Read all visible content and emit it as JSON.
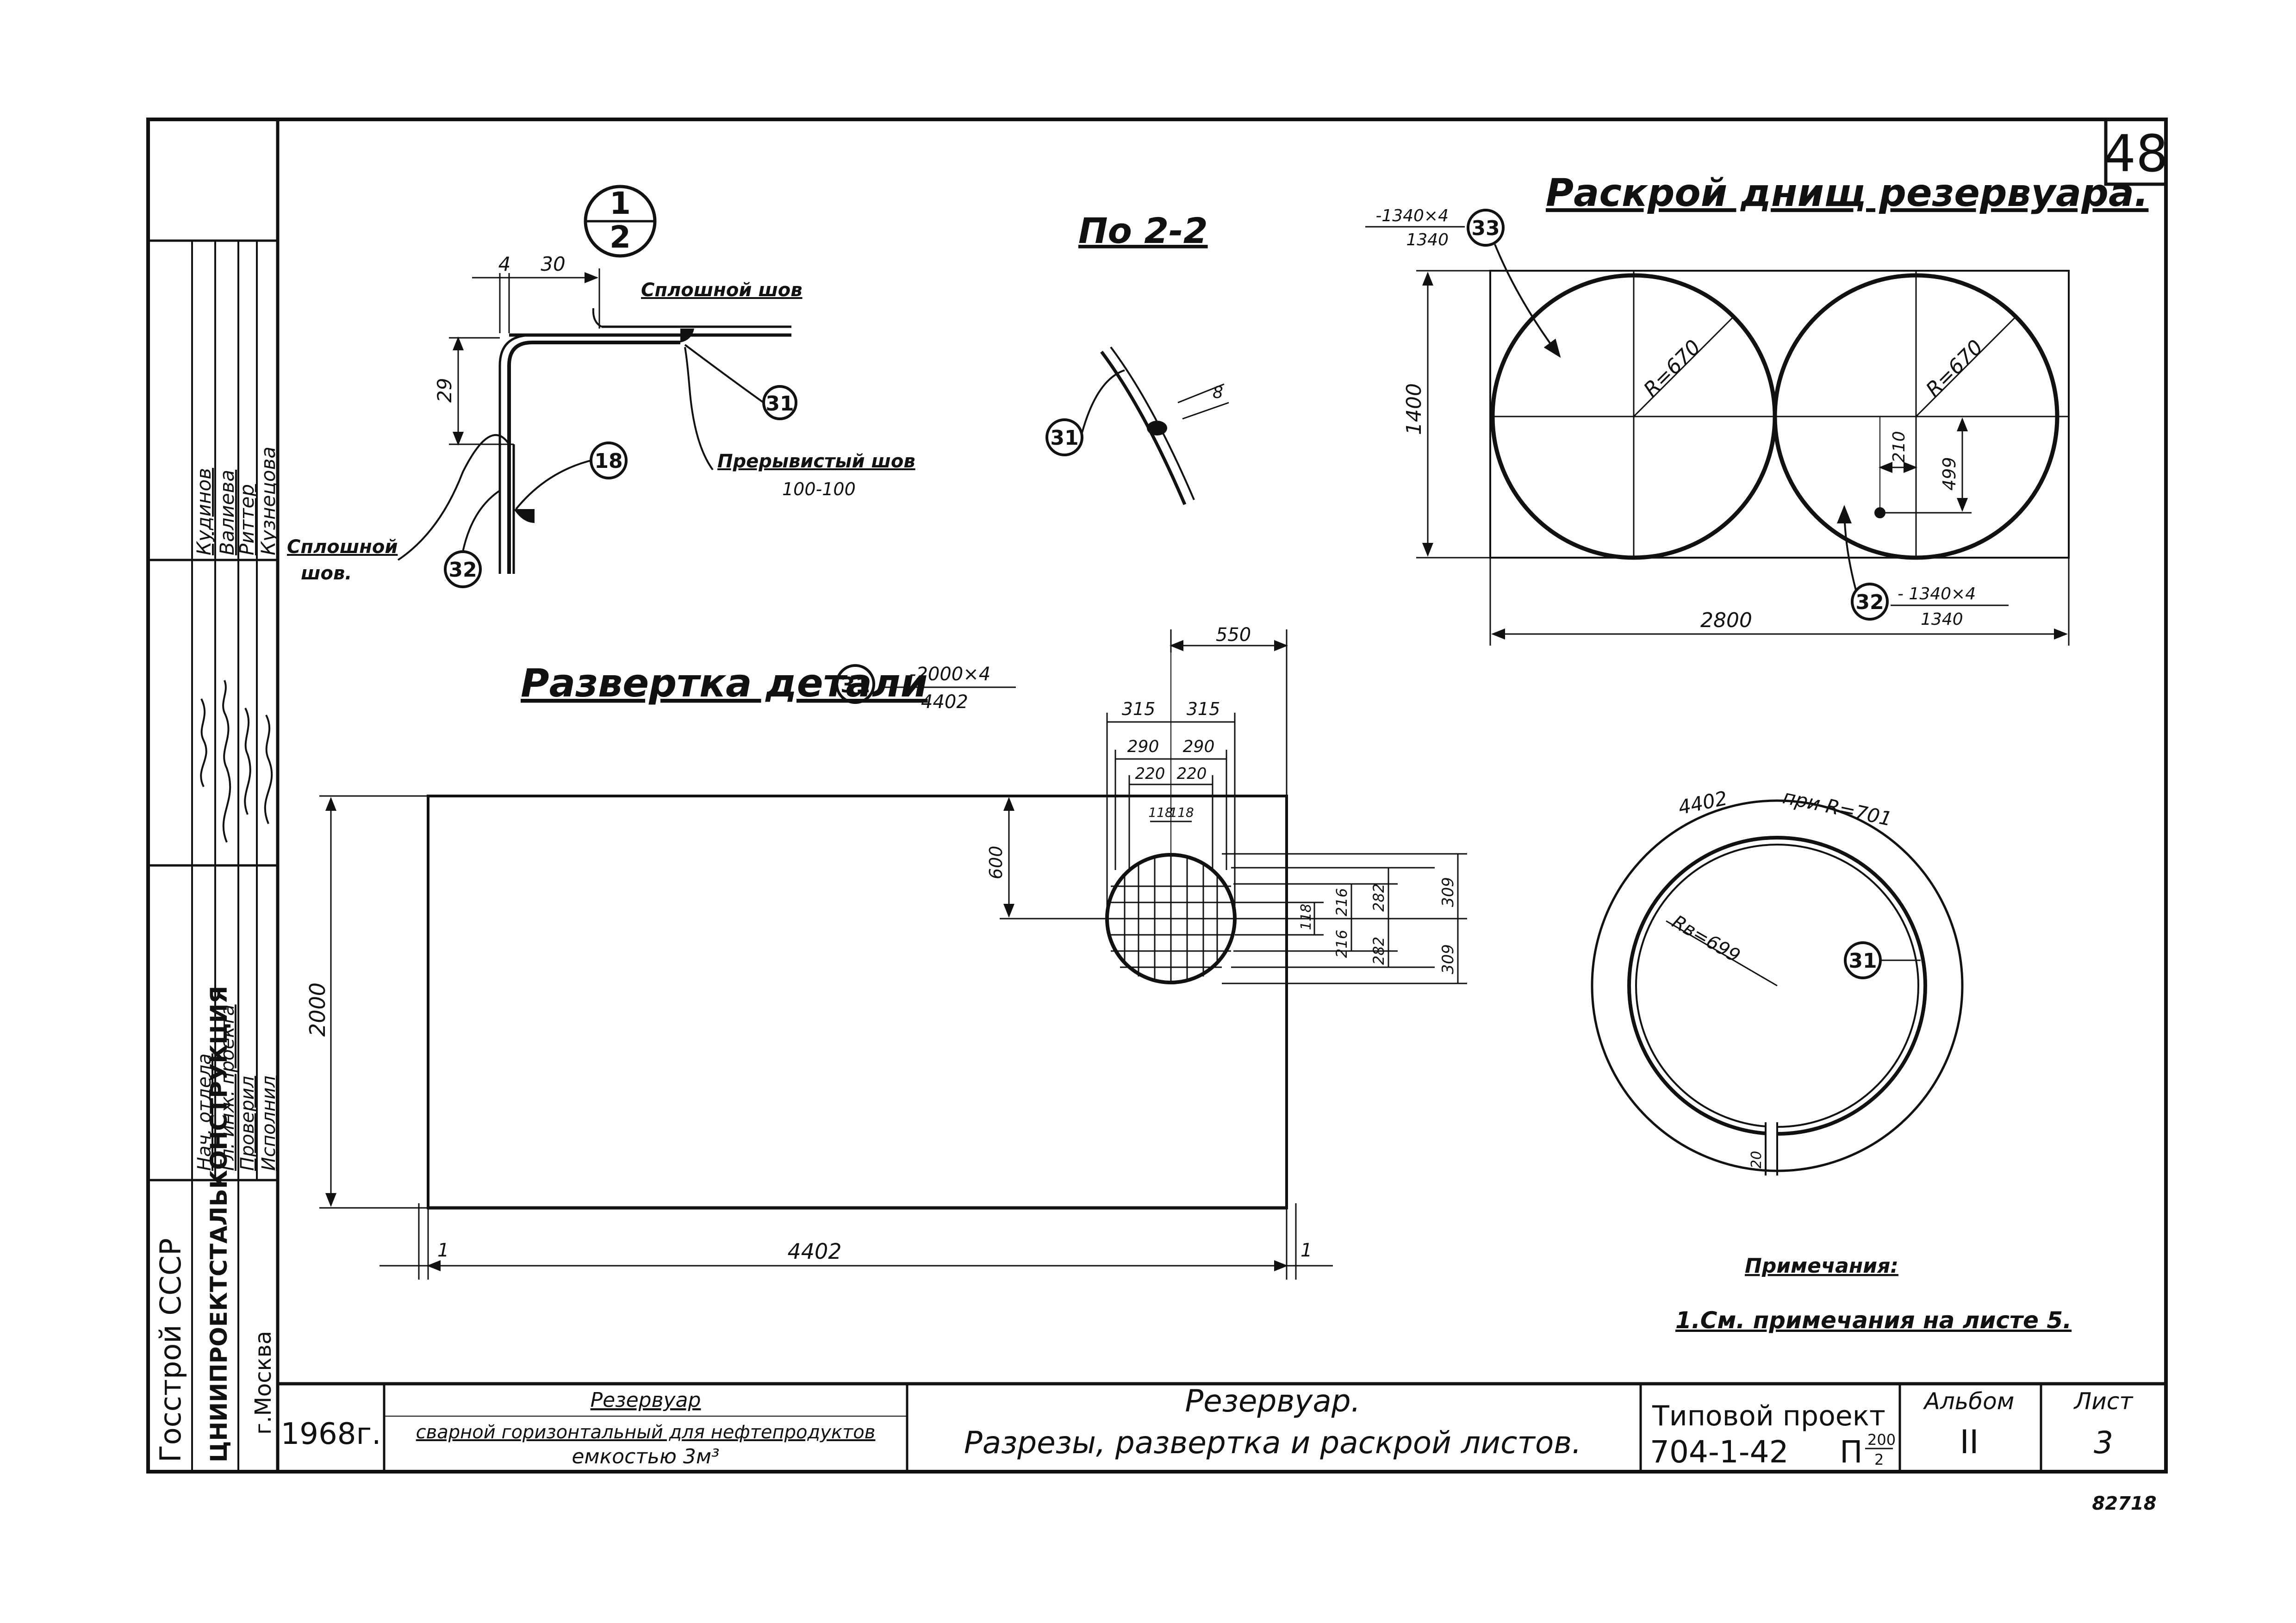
{
  "sheet_number": "48",
  "inventory_number": "82718",
  "section_1_2": {
    "label_top": "1",
    "label_bottom": "2",
    "dim_4": "4",
    "dim_30": "30",
    "dim_29": "29",
    "weld_continuous_top": "Сплошной шов",
    "weld_continuous_left_1": "Сплошной",
    "weld_continuous_left_2": "шов.",
    "weld_intermittent": "Прерывистый шов",
    "weld_intermittent_pitch": "100-100",
    "part_31": "31",
    "part_18": "18",
    "part_32": "32"
  },
  "section_2_2": {
    "title": "По 2-2",
    "dim": "8",
    "part": "31"
  },
  "bottoms_cut": {
    "title": "Раскрой днищ резервуара.",
    "part_33": "33",
    "part_33_spec_top": "-1340×4",
    "part_33_spec_bottom": "1340",
    "part_32": "32",
    "part_32_spec_top": "- 1340×4",
    "part_32_spec_bottom": "1340",
    "radius_left": "R=670",
    "radius_right": "R=670",
    "dim_height": "1400",
    "dim_width": "2800",
    "dim_210": "210",
    "dim_499": "499"
  },
  "development_31": {
    "title": "Развертка детали",
    "part": "31",
    "spec_top": "-2000×4",
    "spec_bottom": "4402",
    "dim_length": "4402",
    "dim_height": "2000",
    "dim_600": "600",
    "dim_550": "550",
    "dim_315_a": "315",
    "dim_315_b": "315",
    "dim_290_a": "290",
    "dim_290_b": "290",
    "dim_220_a": "220",
    "dim_220_b": "220",
    "dim_118_a": "118",
    "dim_118_b": "118",
    "dim_118_v": "118",
    "dim_216_a": "216",
    "dim_216_b": "216",
    "dim_282_a": "282",
    "dim_282_b": "282",
    "dim_309_a": "309",
    "dim_309_b": "309",
    "end_mark_left": "1",
    "end_mark_right": "1"
  },
  "ring_view": {
    "dim_length": "4402",
    "note": "при R=701",
    "radius_inner": "Rв=699",
    "part": "31",
    "dim_gap": "20"
  },
  "notes": {
    "title": "Примечания:",
    "item_1": "1.См. примечания на листе 5."
  },
  "side_stamp": {
    "org_1": "Госстрой СССР",
    "org_2": "ЦНИИПРОЕКТСТАЛЬКОНСТРУКЦИЯ",
    "org_3": "г.Москва",
    "roles": [
      "Нач. отдела",
      "Гл. инж. проекта",
      "Проверил",
      "Исполнил"
    ],
    "names": [
      "Кудинов",
      "Валиева",
      "Риттер",
      "Кузнецова"
    ]
  },
  "title_block": {
    "year": "1968г.",
    "object_line_1": "Резервуар",
    "object_line_2": "сварной горизонтальный для нефтепродуктов",
    "object_line_3": "емкостью 3м³",
    "sheet_title_1": "Резервуар.",
    "sheet_title_2": "Разрезы, развертка и раскрой листов.",
    "project_label": "Типовой проект",
    "project_number": "704-1-42",
    "project_suffix": "П",
    "project_sup": "200",
    "project_sub": "2",
    "album_label": "Альбом",
    "album_value": "II",
    "sheet_label": "Лист",
    "sheet_value": "3"
  }
}
